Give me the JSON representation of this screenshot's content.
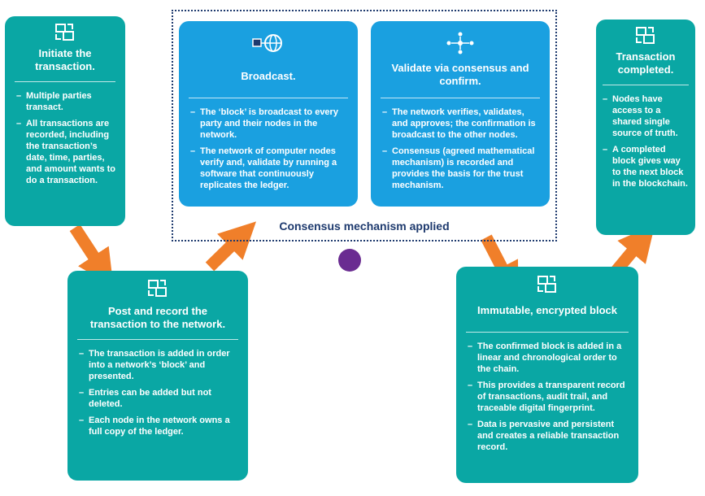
{
  "colors": {
    "teal": "#0aa7a4",
    "blue": "#1aa0e0",
    "arrow": "#f07f2a",
    "frame": "#1e3a6e",
    "purple": "#6a2c91"
  },
  "frame_label": "Consensus mechanism applied",
  "steps": {
    "initiate": {
      "icon": "transaction-icon",
      "title": "Initiate the transaction.",
      "items": [
        "Multiple parties transact.",
        "All transactions are recorded, including the transaction’s date, time, parties, and amount wants to do a transaction."
      ]
    },
    "post": {
      "icon": "transaction-icon",
      "title": "Post and record the transaction to the network.",
      "items": [
        "The transaction is added in order into a network’s ‘block’ and presented.",
        "Entries can be added but not deleted.",
        "Each node in the network owns a full copy of the ledger."
      ]
    },
    "broadcast": {
      "icon": "globe-broadcast-icon",
      "title": "Broadcast.",
      "items": [
        "The ‘block’ is broadcast to every party and their nodes in the network.",
        "The network of computer nodes verify and, validate by running a software that continuously replicates the ledger."
      ]
    },
    "validate": {
      "icon": "network-nodes-icon",
      "title": "Validate via consensus and confirm.",
      "items": [
        "The network verifies, validates, and approves; the confirmation is broadcast to the other nodes.",
        "Consensus (agreed mathematical mechanism) is recorded and provides the basis for the trust mechanism."
      ]
    },
    "immutable": {
      "icon": "transaction-icon",
      "title": "Immutable, encrypted block",
      "items": [
        "The confirmed block is added in a linear and chronological order to the chain.",
        "This provides a transparent record of transactions, audit trail, and traceable digital fingerprint.",
        "Data is pervasive and persistent and creates a reliable transaction record."
      ]
    },
    "completed": {
      "icon": "transaction-icon",
      "title": "Transaction completed.",
      "items": [
        "Nodes have access to a shared single source of truth.",
        "A completed block gives way to the next block in the blockchain."
      ]
    }
  }
}
